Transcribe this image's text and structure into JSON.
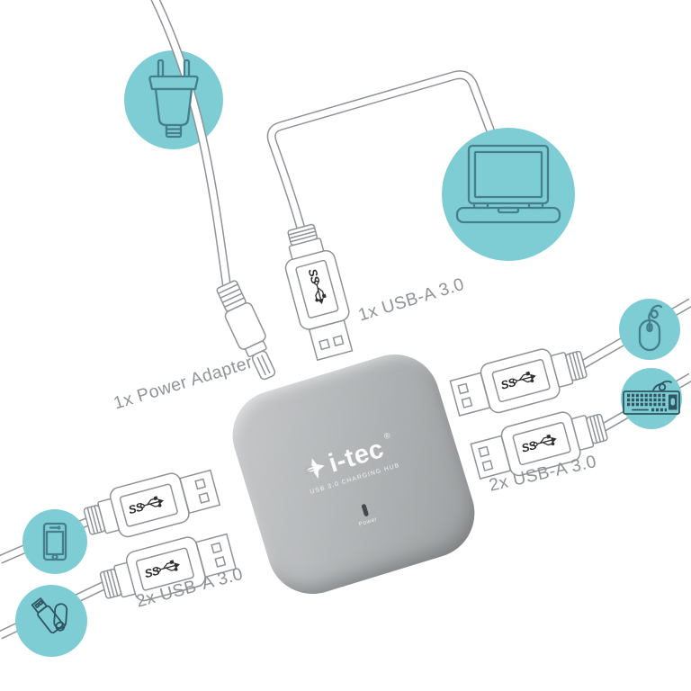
{
  "hub": {
    "brand": "i-tec",
    "trademark": "®",
    "subtitle": "USB 3.0 CHARGING HUB",
    "led_label": "Power"
  },
  "callouts": {
    "top_port": "1x USB-A 3.0",
    "power_adapter": "1x Power Adapter",
    "right_ports": "2x USB-A 3.0",
    "bottom_ports": "2x USB-A 3.0"
  },
  "usb_badge": {
    "ss": "SS"
  },
  "icons": [
    "power-plug-icon",
    "laptop-icon",
    "mouse-icon",
    "keyboard-icon",
    "smartphone-icon",
    "usb-flash-drive-icon"
  ],
  "colors": {
    "accent_teal": "#7ecdd4",
    "icon_stroke": "#447f8b",
    "line_gray": "#8f9397",
    "hub_gray": "#b3b6b8",
    "badge_ink": "#2f2f2f"
  }
}
